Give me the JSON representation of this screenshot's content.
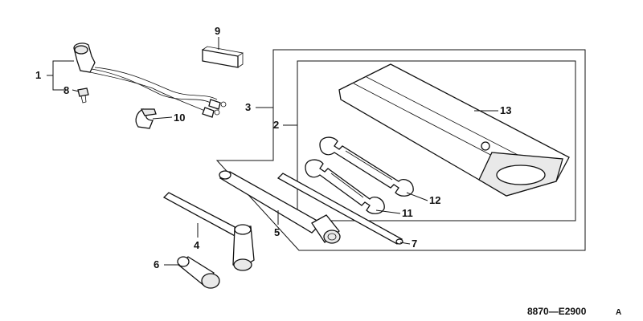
{
  "diagram": {
    "drawing_code": "8870—E2900",
    "drawing_suffix": "A",
    "callouts": [
      {
        "id": "c1",
        "label": "1"
      },
      {
        "id": "c2",
        "label": "2"
      },
      {
        "id": "c3",
        "label": "3"
      },
      {
        "id": "c4",
        "label": "4"
      },
      {
        "id": "c5",
        "label": "5"
      },
      {
        "id": "c6",
        "label": "6"
      },
      {
        "id": "c7",
        "label": "7"
      },
      {
        "id": "c8",
        "label": "8"
      },
      {
        "id": "c9",
        "label": "9"
      },
      {
        "id": "c10",
        "label": "10"
      },
      {
        "id": "c11",
        "label": "11"
      },
      {
        "id": "c12",
        "label": "12"
      },
      {
        "id": "c13",
        "label": "13"
      }
    ],
    "colors": {
      "ink": "#111111",
      "background": "#ffffff",
      "shade": "#e9e9e9"
    }
  }
}
